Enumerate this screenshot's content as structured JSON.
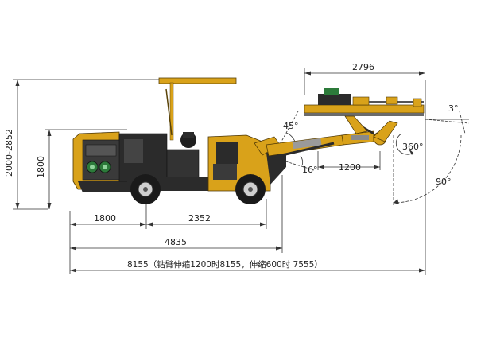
{
  "dimensions": {
    "height_range": "2000-2852",
    "height_1800": "1800",
    "wheelbase_front": "1800",
    "wheelbase_rear": "2352",
    "chassis_length": "4835",
    "overall_length_note": "8155（钻臂伸缩1200时8155，伸缩600时 7555）",
    "feed_length": "2796",
    "boom_extension": "1200"
  },
  "angles": {
    "boom_lift": "45°",
    "boom_drop": "16°",
    "feed_tilt": "3°",
    "rotation": "360°",
    "feed_swing": "90°"
  },
  "colors": {
    "body_yellow": "#d9a21a",
    "body_dark": "#2b2b2b",
    "dim_line": "#333333"
  }
}
